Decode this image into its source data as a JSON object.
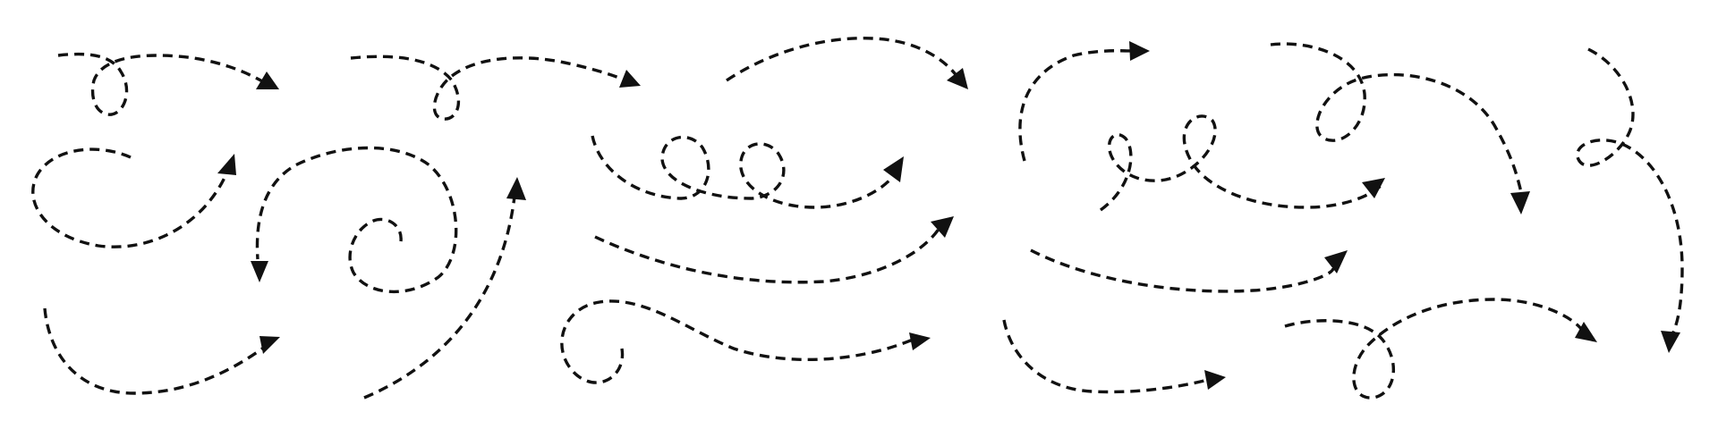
{
  "colors": {
    "background": "#ffffff",
    "ink": "#111111"
  },
  "arrows": [
    {
      "id": "loop-right-1",
      "icon": "dashed-loop-arrow-icon"
    },
    {
      "id": "loop-right-2",
      "icon": "dashed-loop-arrow-icon"
    },
    {
      "id": "arc-right-1",
      "icon": "dashed-curved-arrow-icon"
    },
    {
      "id": "hook-up-right-1",
      "icon": "dashed-curved-arrow-icon"
    },
    {
      "id": "spiral-down-left",
      "icon": "dashed-spiral-arrow-icon"
    },
    {
      "id": "curve-up-1",
      "icon": "dashed-curved-arrow-icon"
    },
    {
      "id": "wave-right-1",
      "icon": "dashed-curved-arrow-icon"
    },
    {
      "id": "curve-up-right-1",
      "icon": "dashed-curved-arrow-icon"
    },
    {
      "id": "double-loop-right",
      "icon": "dashed-double-loop-arrow-icon"
    },
    {
      "id": "curve-up-right-2",
      "icon": "dashed-curved-arrow-icon"
    },
    {
      "id": "wave-right-2",
      "icon": "dashed-curved-arrow-icon"
    },
    {
      "id": "arc-up-right",
      "icon": "dashed-curved-arrow-icon"
    },
    {
      "id": "double-loop-right-2",
      "icon": "dashed-double-loop-arrow-icon"
    },
    {
      "id": "curve-right-2",
      "icon": "dashed-curved-arrow-icon"
    },
    {
      "id": "hook-right-2",
      "icon": "dashed-curved-arrow-icon"
    },
    {
      "id": "loop-down",
      "icon": "dashed-loop-arrow-icon"
    },
    {
      "id": "loop-right-3",
      "icon": "dashed-loop-arrow-icon"
    },
    {
      "id": "loop-down-2",
      "icon": "dashed-loop-arrow-icon"
    }
  ]
}
